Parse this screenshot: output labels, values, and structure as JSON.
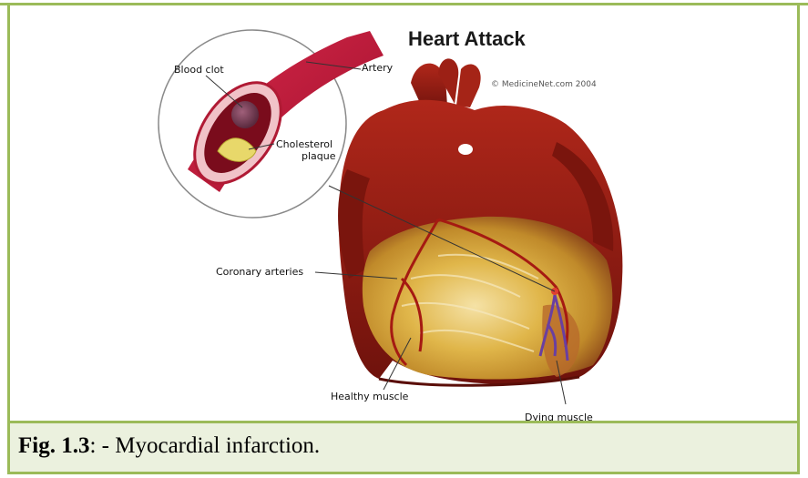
{
  "diagram": {
    "title": "Heart Attack",
    "copyright": "© MedicineNet.com  2004",
    "labels": {
      "blood_clot": "Blood clot",
      "artery": "Artery",
      "cholesterol_line1": "Cholesterol",
      "cholesterol_line2": "plaque",
      "coronary_arteries": "Coronary arteries",
      "healthy_muscle": "Healthy muscle",
      "dying_muscle": "Dying muscle"
    }
  },
  "caption": {
    "figure_number": "Fig. 1.3",
    "text": ": - Myocardial infarction."
  },
  "colors": {
    "border": "#9bbb59",
    "caption_background": "#ebf1de",
    "heart_red": "#8e1a12",
    "muscle_yellow": "#d9a43a",
    "dying_purple": "#6a3fa0"
  }
}
